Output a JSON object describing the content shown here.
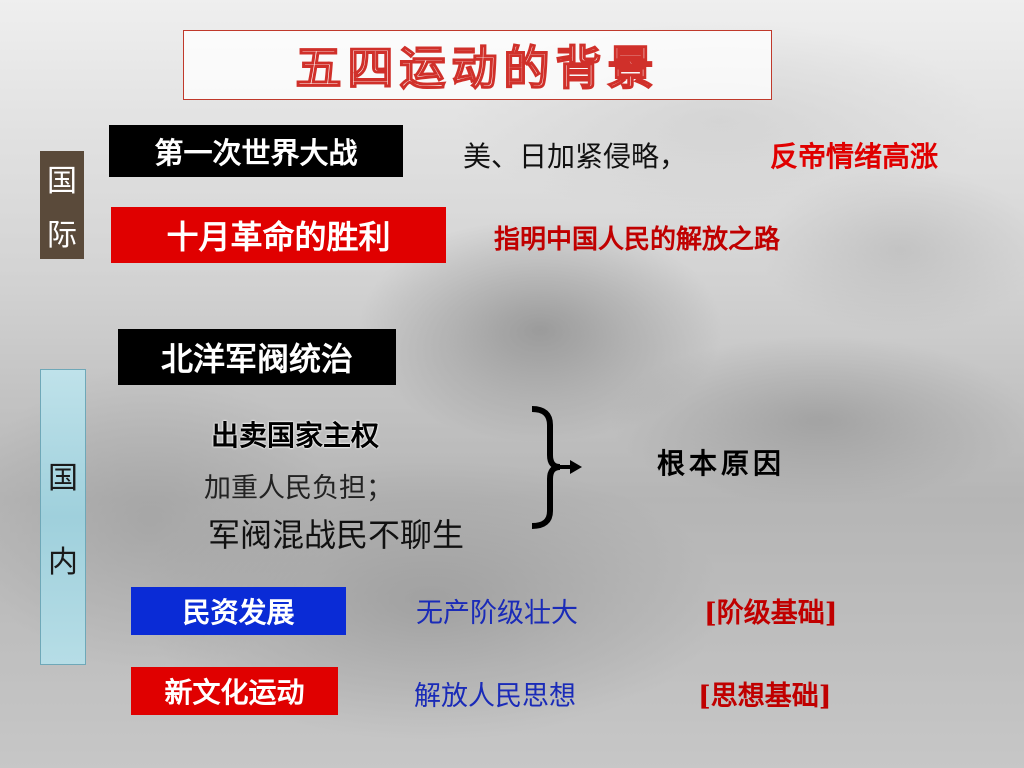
{
  "title": "五四运动的背景",
  "sections": {
    "international": {
      "label_top": "国",
      "label_bottom": "际"
    },
    "domestic": {
      "label_top": "国",
      "label_bottom": "内"
    }
  },
  "international": {
    "ww1": {
      "tag": "第一次世界大战",
      "desc": "美、日加紧侵略，",
      "desc_highlight": "反帝情绪高涨"
    },
    "october_revolution": {
      "tag": "十月革命的胜利",
      "desc": "指明中国人民的解放之路"
    }
  },
  "domestic": {
    "beiyang": {
      "tag": "北洋军阀统治",
      "points": [
        "出卖国家主权",
        "加重人民负担；",
        "军阀混战民不聊生"
      ],
      "conclusion": "根本原因"
    },
    "national_capital": {
      "tag": "民资发展",
      "desc": "无产阶级壮大",
      "basis": "[阶级基础]"
    },
    "new_culture": {
      "tag": "新文化运动",
      "desc": "解放人民思想",
      "basis": "[思想基础]"
    }
  },
  "colors": {
    "red": "#e00000",
    "blue": "#0a2bd6",
    "black": "#000000",
    "dark_red_text": "#c00000",
    "blue_text": "#1a2bb8"
  }
}
